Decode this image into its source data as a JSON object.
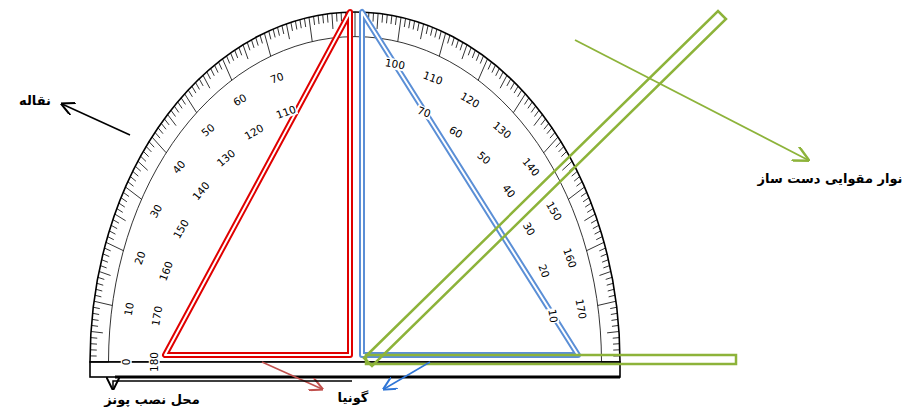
{
  "diagram": {
    "labels": [
      "نقاله",
      "نوار مقوایی دست ساز",
      "گونیا",
      "محل نصب پونز",
      "0",
      "10",
      "20",
      "30",
      "40",
      "50",
      "60",
      "70",
      "180",
      "170",
      "160",
      "150",
      "140",
      "130",
      "120",
      "110",
      "100",
      "110",
      "120",
      "130",
      "140",
      "150",
      "160",
      "170",
      "70",
      "60",
      "50",
      "40",
      "30",
      "20",
      "10"
    ]
  }
}
